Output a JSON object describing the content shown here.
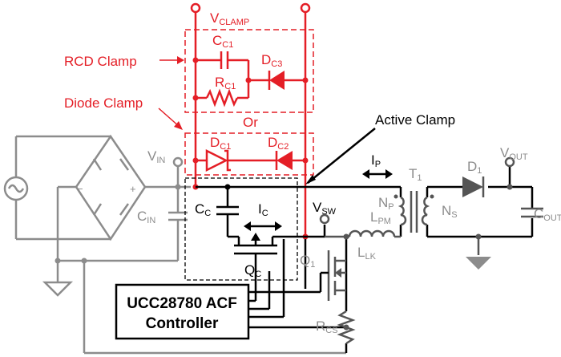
{
  "labels": {
    "vclamp": "V",
    "vclamp_sub": "CLAMP",
    "rcd_clamp": "RCD Clamp",
    "diode_clamp": "Diode Clamp",
    "or": "Or",
    "active_clamp": "Active Clamp",
    "cc1": "C",
    "cc1_sub": "C1",
    "rc1": "R",
    "rc1_sub": "C1",
    "dc3": "D",
    "dc3_sub": "C3",
    "dc1": "D",
    "dc1_sub": "C1",
    "dc2": "D",
    "dc2_sub": "C2",
    "vin": "V",
    "vin_sub": "IN",
    "cin": "C",
    "cin_sub": "IN",
    "cc": "C",
    "cc_sub": "C",
    "ic": "I",
    "ic_sub": "C",
    "qc": "Q",
    "qc_sub": "C",
    "vsw": "V",
    "vsw_sub": "SW",
    "ip": "I",
    "ip_sub": "P",
    "np": "N",
    "np_sub": "P",
    "lpm": "L",
    "lpm_sub": "PM",
    "llk": "L",
    "llk_sub": "LK",
    "t1": "T",
    "t1_sub": "1",
    "ns": "N",
    "ns_sub": "S",
    "d1": "D",
    "d1_sub": "1",
    "vout": "V",
    "vout_sub": "OUT",
    "cout": "C",
    "cout_sub": "OUT",
    "q1": "Q",
    "q1_sub": "1",
    "rcs": "R",
    "rcs_sub": "CS",
    "bridge_minus": "−",
    "bridge_plus": "+",
    "controller_line1": "UCC28780 ACF",
    "controller_line2": "Controller"
  },
  "colors": {
    "clamp": "#e41e26",
    "passive": "#8c8c8c",
    "primary": "#000000"
  }
}
